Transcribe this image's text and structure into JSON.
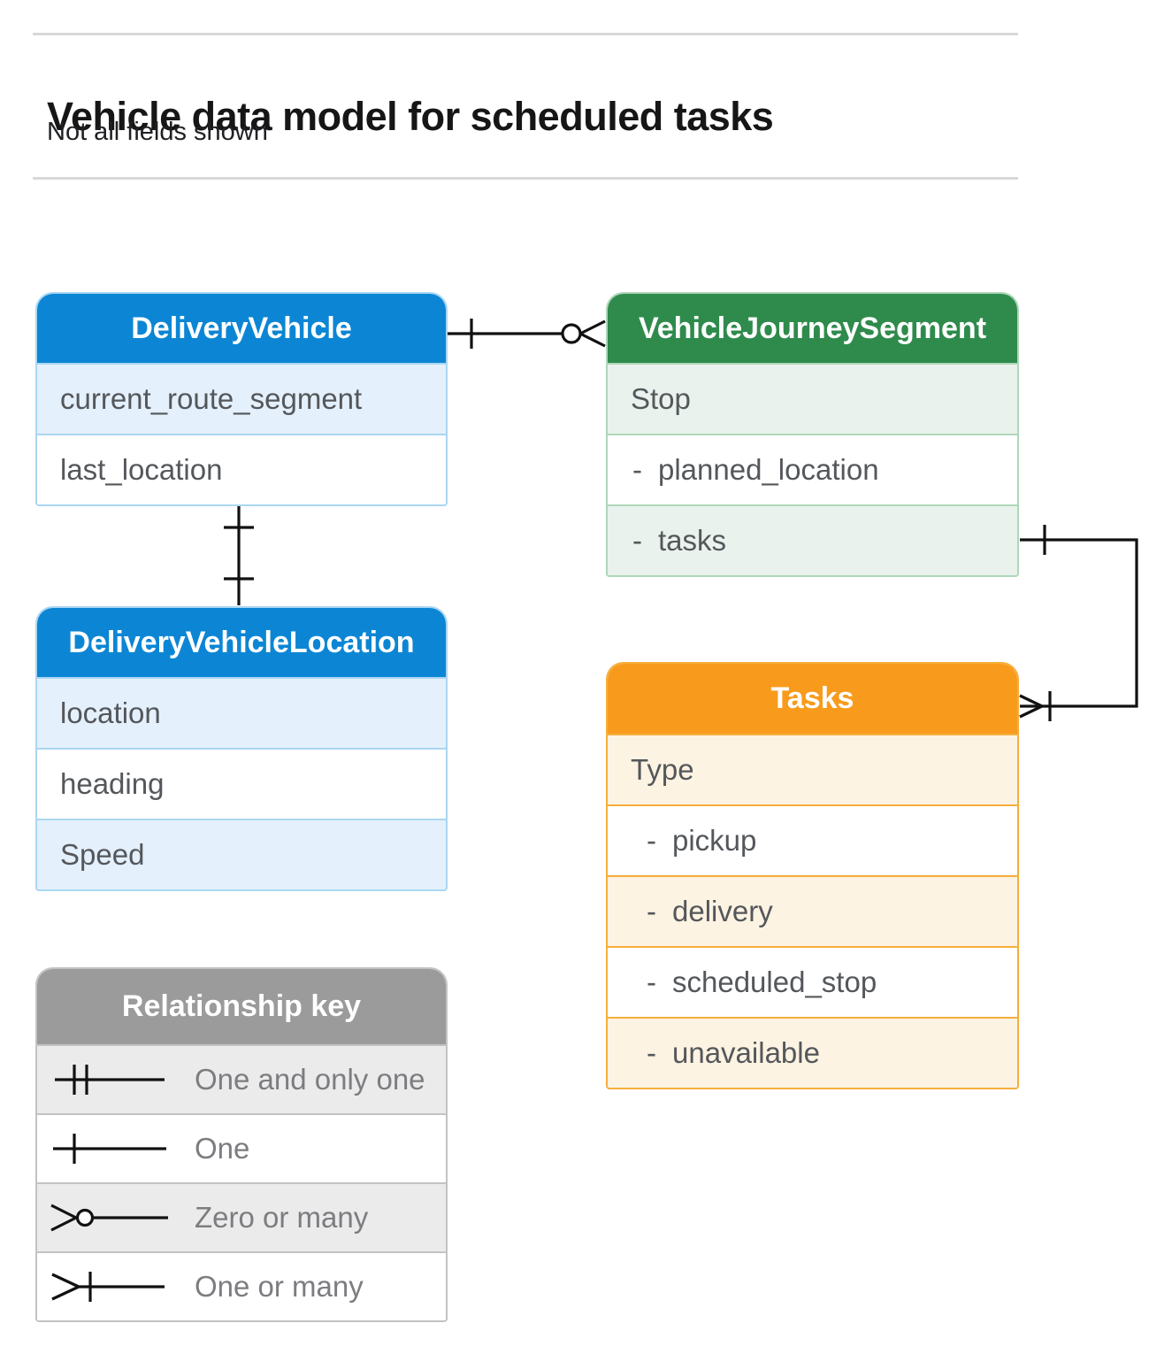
{
  "header": {
    "title": "Vehicle data model for scheduled tasks",
    "subtitle": "Not all fields shown"
  },
  "entities": {
    "delivery_vehicle": {
      "title": "DeliveryVehicle",
      "fields": [
        {
          "name": "current_route_segment"
        },
        {
          "name": "last_location"
        }
      ]
    },
    "vehicle_journey_segment": {
      "title": "VehicleJourneySegment",
      "fields": [
        {
          "name": "Stop"
        },
        {
          "prefix": "-",
          "name": "planned_location"
        },
        {
          "prefix": "-",
          "name": "tasks"
        }
      ]
    },
    "delivery_vehicle_location": {
      "title": "DeliveryVehicleLocation",
      "fields": [
        {
          "name": "location"
        },
        {
          "name": "heading"
        },
        {
          "name": "Speed"
        }
      ]
    },
    "tasks": {
      "title": "Tasks",
      "fields": [
        {
          "name": "Type"
        },
        {
          "prefix": "-",
          "name": "pickup"
        },
        {
          "prefix": "-",
          "name": "delivery"
        },
        {
          "prefix": "-",
          "name": "scheduled_stop"
        },
        {
          "prefix": "-",
          "name": "unavailable"
        }
      ]
    }
  },
  "relationships": [
    {
      "from": "DeliveryVehicle",
      "from_cardinality": "one",
      "to": "VehicleJourneySegment",
      "to_cardinality": "zero-or-many"
    },
    {
      "from": "DeliveryVehicle",
      "from_cardinality": "one",
      "to": "DeliveryVehicleLocation",
      "to_cardinality": "one"
    },
    {
      "from": "VehicleJourneySegment.tasks",
      "from_cardinality": "one",
      "to": "Tasks",
      "to_cardinality": "one-or-many"
    }
  ],
  "legend": {
    "title": "Relationship key",
    "items": [
      {
        "symbol": "one-and-only-one",
        "label": "One and only one"
      },
      {
        "symbol": "one",
        "label": "One"
      },
      {
        "symbol": "zero-or-many",
        "label": "Zero or many"
      },
      {
        "symbol": "one-or-many",
        "label": "One or many"
      }
    ]
  },
  "colors": {
    "blue_header": "#0c86d4",
    "blue_tint": "#e4f0fb",
    "green_header": "#2f8b4c",
    "green_tint": "#e9f2ec",
    "orange_header": "#f89b1c",
    "orange_tint": "#fdf3e2",
    "gray_header": "#9b9b9b",
    "gray_tint": "#ebebeb",
    "line": "#111111"
  }
}
